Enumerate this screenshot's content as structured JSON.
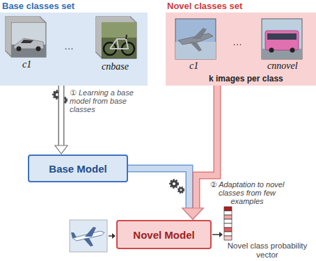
{
  "diagram": {
    "nodes": [
      {
        "text": [
          "Base classes set"
        ]
      },
      {
        "text": [
          "Novel classes set",
          "k images per class"
        ]
      },
      {
        "text": [
          "Base Model"
        ]
      },
      {
        "text": [
          "Novel Model"
        ]
      }
    ],
    "edges": [
      {
        "from": 0,
        "to": 2,
        "arrow": "to",
        "label": "① Learning a base model from base classes"
      },
      {
        "from": 2,
        "to": 3,
        "arrow": "to"
      },
      {
        "from": 1,
        "to": 3,
        "arrow": "to",
        "label": "② Adaptation to novel classes from few examples"
      }
    ],
    "labels": [
      "c1",
      "…",
      "cnbase",
      "c1",
      "…",
      "cnnovel",
      "Novel class probability vector"
    ]
  }
}
